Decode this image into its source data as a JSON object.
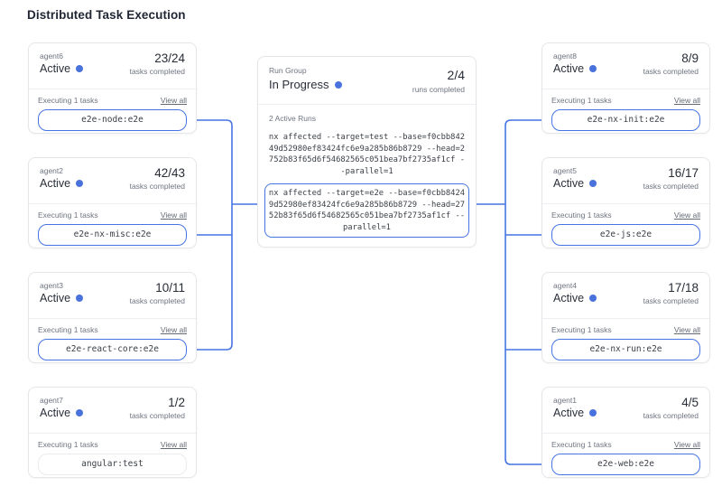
{
  "page": {
    "title": "Distributed Task Execution"
  },
  "colors": {
    "accent": "#4674e4",
    "text_dark": "#2a2f3a",
    "text_gray": "#6e7480",
    "card_border": "#e4e6ea"
  },
  "labels": {
    "active": "Active",
    "tasks_completed": "tasks completed",
    "executing": "Executing 1 tasks",
    "view_all": "View all",
    "runs_completed": "runs completed"
  },
  "agents": [
    {
      "name": "agent6",
      "progress": "23/24",
      "task": "e2e-node:e2e",
      "connected": true
    },
    {
      "name": "agent2",
      "progress": "42/43",
      "task": "e2e-nx-misc:e2e",
      "connected": true
    },
    {
      "name": "agent3",
      "progress": "10/11",
      "task": "e2e-react-core:e2e",
      "connected": true
    },
    {
      "name": "agent7",
      "progress": "1/2",
      "task": "angular:test",
      "connected": false
    },
    {
      "name": "agent8",
      "progress": "8/9",
      "task": "e2e-nx-init:e2e",
      "connected": true
    },
    {
      "name": "agent5",
      "progress": "16/17",
      "task": "e2e-js:e2e",
      "connected": true
    },
    {
      "name": "agent4",
      "progress": "17/18",
      "task": "e2e-nx-run:e2e",
      "connected": true
    },
    {
      "name": "agent1",
      "progress": "4/5",
      "task": "e2e-web:e2e",
      "connected": true
    }
  ],
  "run_group": {
    "label": "Run Group",
    "status": "In Progress",
    "progress": "2/4",
    "active_runs_label": "2 Active Runs",
    "commands": [
      {
        "text": "nx affected --target=test --base=f0cbb84249d52980ef83424fc6e9a285b86b8729 --head=2752b83f65d6f54682565c051bea7bf2735af1cf --parallel=1",
        "highlighted": false
      },
      {
        "text": "nx affected --target=e2e --base=f0cbb84249d52980ef83424fc6e9a285b86b8729 --head=2752b83f65d6f54682565c051bea7bf2735af1cf --parallel=1",
        "highlighted": true
      }
    ]
  }
}
